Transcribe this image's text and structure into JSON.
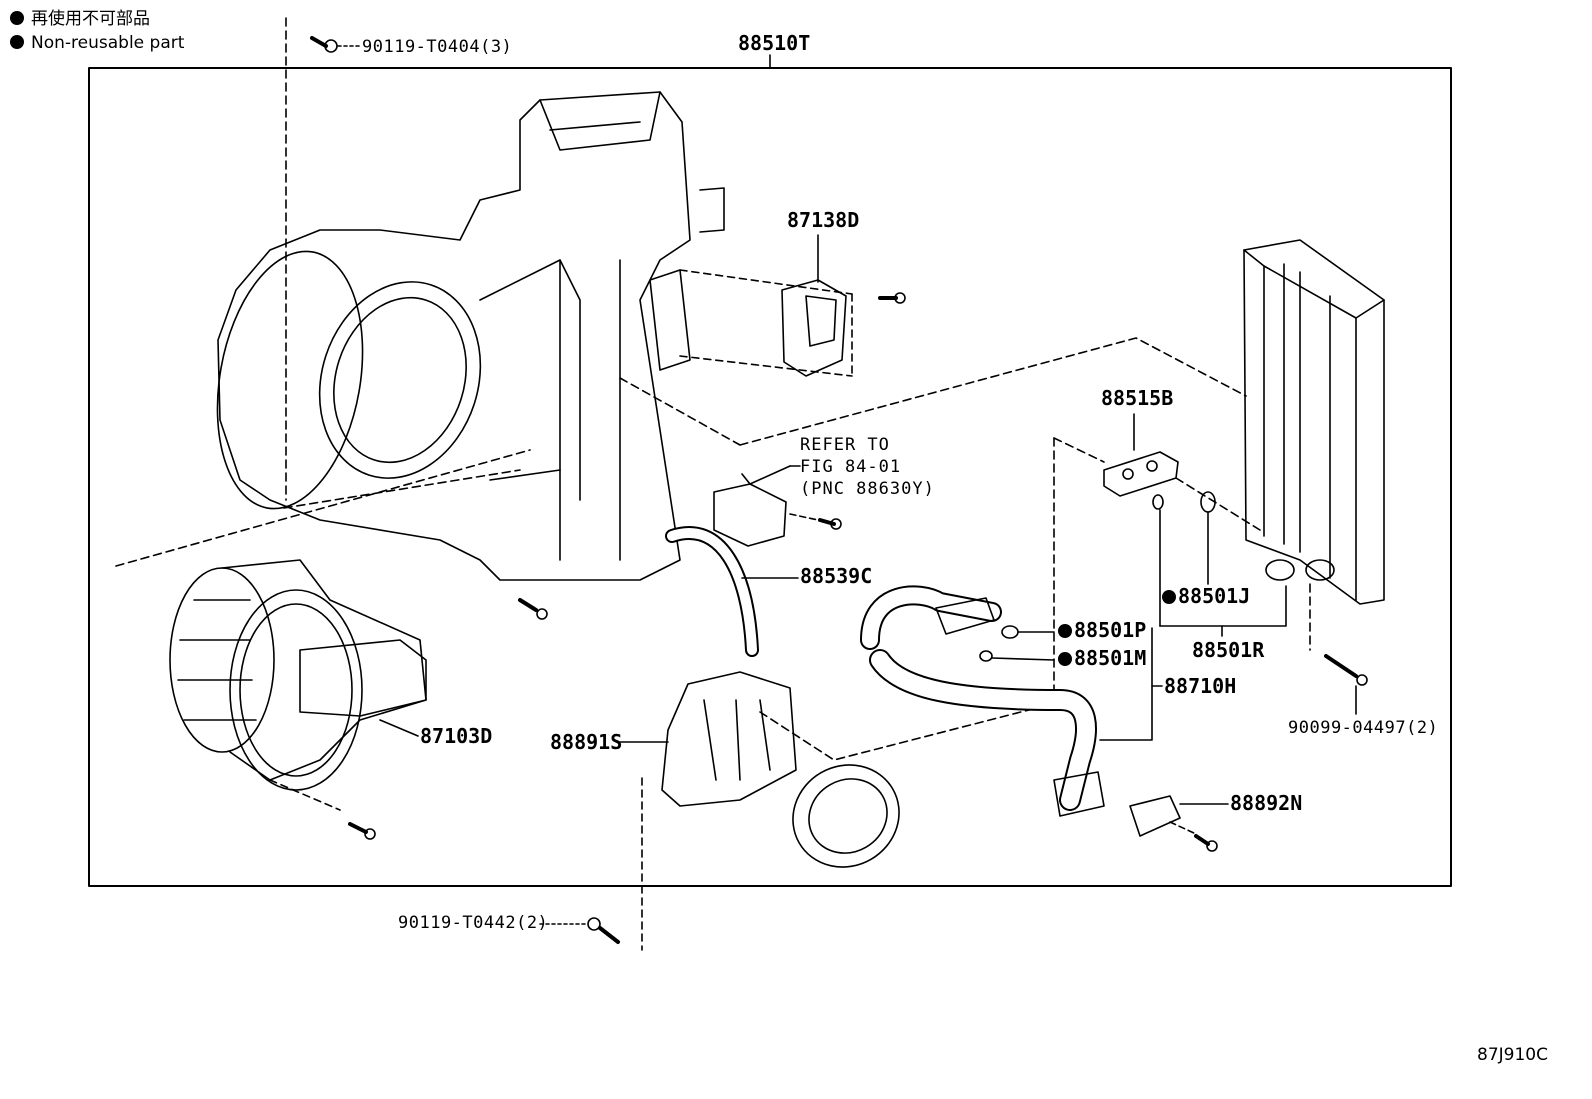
{
  "legend": {
    "line_jp": "再使用不可部品",
    "line_en": "Non-reusable part"
  },
  "labels": {
    "assembly": "88510T",
    "bolt_top": "90119-T0404(3)",
    "resistor": "87138D",
    "valve": "88515B",
    "refer_line1": "REFER TO",
    "refer_line2": "FIG 84-01",
    "refer_line3": "(PNC 88630Y)",
    "hose": "88539C",
    "oring_j": "88501J",
    "oring_p": "88501P",
    "oring_m": "88501M",
    "oring_r": "88501R",
    "tube": "88710H",
    "bolt_right": "90099-04497(2)",
    "blower": "87103D",
    "case": "88891S",
    "clamp": "88892N",
    "bolt_bottom": "90119-T0442(2)"
  },
  "illustration_code": "87J910C"
}
